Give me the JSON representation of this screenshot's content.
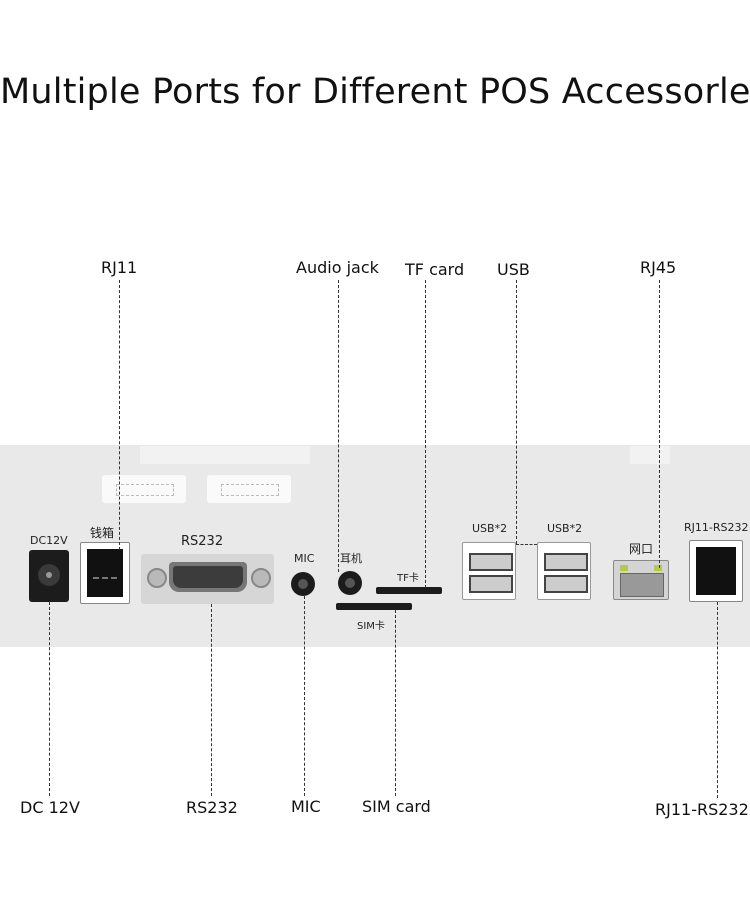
{
  "title": "Multiple Ports for Different POS Accessorles",
  "callouts_top": {
    "rj11": "RJ11",
    "audio": "Audio jack",
    "tf": "TF card",
    "usb": "USB",
    "rj45": "RJ45"
  },
  "callouts_bottom": {
    "dc": "DC 12V",
    "rs232": "RS232",
    "mic": "MIC",
    "sim": "SIM card",
    "rj11rs232": "RJ11-RS232"
  },
  "panel_labels": {
    "dc12v": "DC12V",
    "cash_drawer": "钱箱",
    "rs232": "RS232",
    "mic": "MIC",
    "earphone": "耳机",
    "tf": "TF卡",
    "sim": "SIM卡",
    "usb1": "USB*2",
    "usb2": "USB*2",
    "lan": "网口",
    "rj11rs232": "RJ11-RS232"
  },
  "colors": {
    "panel": "#e9e9e9",
    "line": "#333333",
    "port_dark": "#1c1c1c"
  }
}
